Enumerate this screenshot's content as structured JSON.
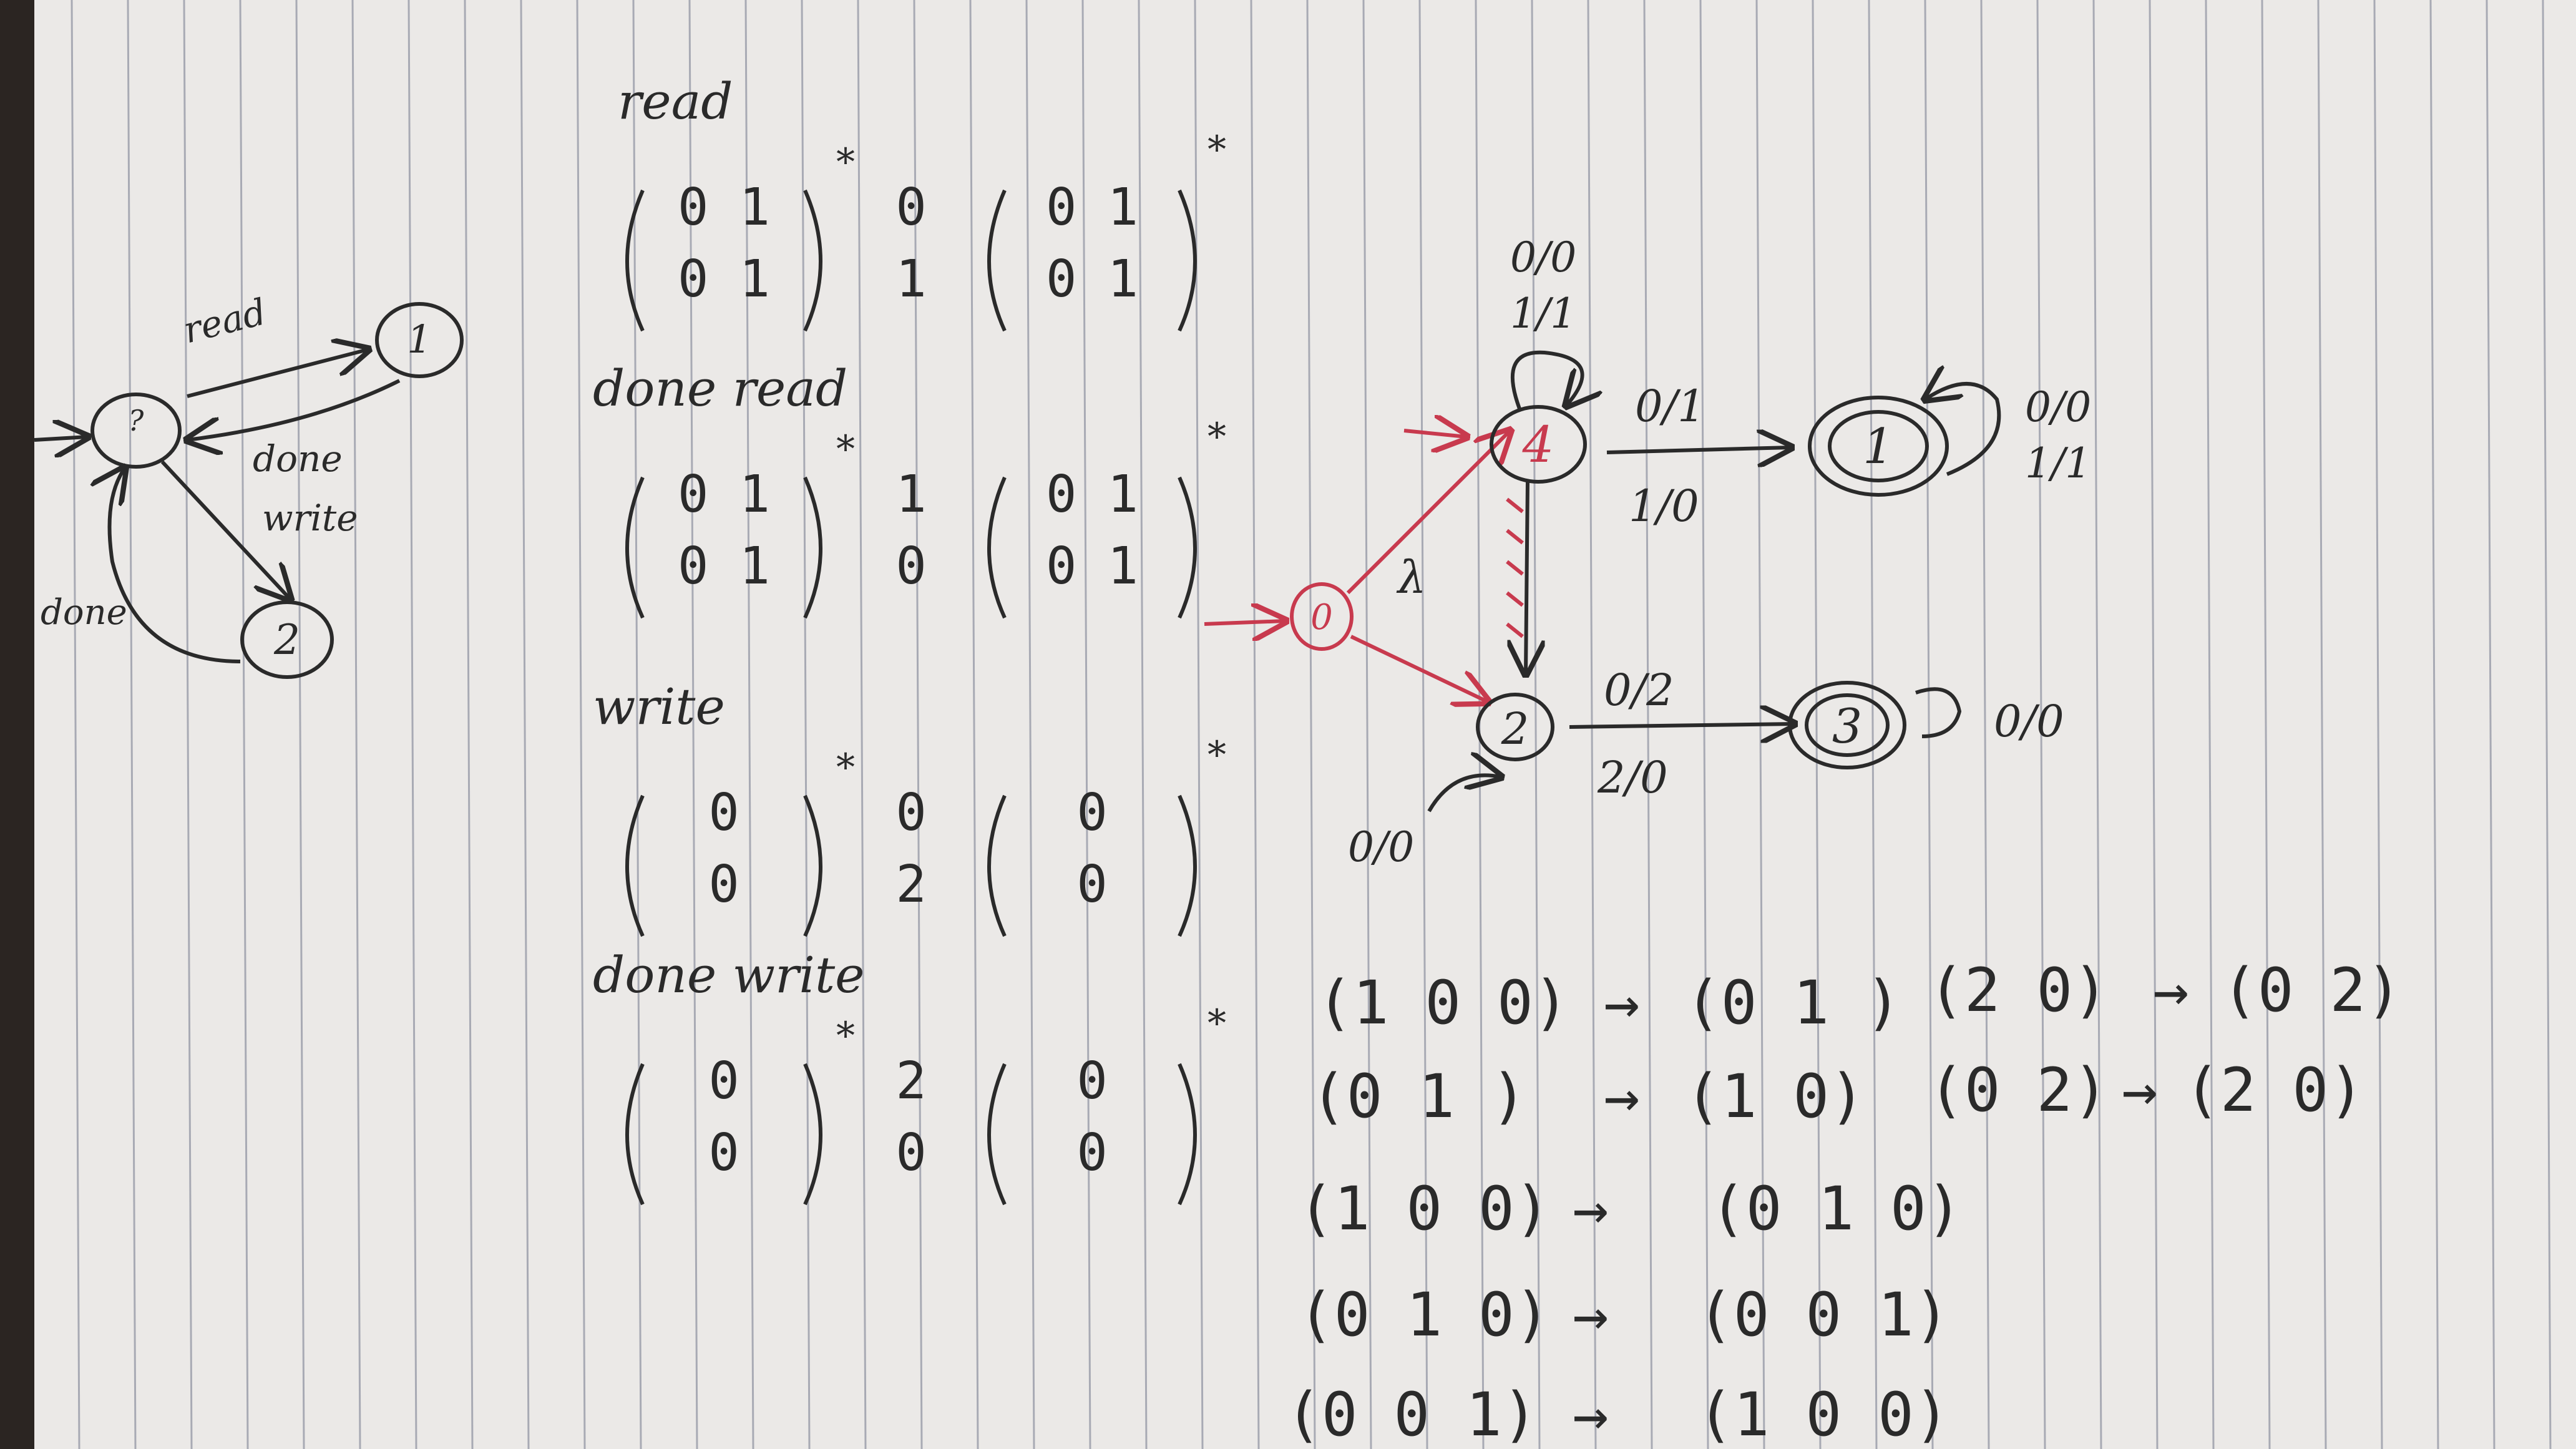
{
  "sketch_machine": {
    "start_state": "?",
    "state_a": "1",
    "state_b": "2",
    "edge_read": "read",
    "edge_done_write": "done\nwrite",
    "edge_done": "done"
  },
  "matrix_blocks": [
    {
      "label": "read",
      "left": [
        "0 1",
        "0 1"
      ],
      "mid": [
        "0",
        "1"
      ],
      "right": [
        "0 1",
        "0 1"
      ],
      "star": "*"
    },
    {
      "label": "done read",
      "left": [
        "0 1",
        "0 1"
      ],
      "mid": [
        "1",
        "0"
      ],
      "right": [
        "0 1",
        "0 1"
      ],
      "star": "*"
    },
    {
      "label": "write",
      "left": [
        "0",
        "0"
      ],
      "mid": [
        "0",
        "2"
      ],
      "right": [
        "0",
        "0"
      ],
      "star": "*"
    },
    {
      "label": "done write",
      "left": [
        "0",
        "0"
      ],
      "mid": [
        "2",
        "0"
      ],
      "right": [
        "0",
        "0"
      ],
      "star": "*"
    }
  ],
  "transducer": {
    "initial_state": "0",
    "lambda": "λ",
    "state_4": "4",
    "state_2": "2",
    "state_1": "1",
    "state_3": "3",
    "loop_4": [
      "0/0",
      "1/1"
    ],
    "edge_4_1_top": "0/1",
    "edge_4_1_bottom": "1/0",
    "loop_1": [
      "0/0",
      "1/1"
    ],
    "edge_2_3_top": "0/2",
    "edge_2_3_bottom": "2/0",
    "loop_3": "0/0",
    "loop_2": "0/0"
  },
  "rewrite_rules": [
    {
      "lhs": "(1 0 0)",
      "rhs": "(0 1 )"
    },
    {
      "lhs": "(2 0)",
      "rhs": "(0 2)"
    },
    {
      "lhs": "(0 1 )",
      "rhs": "(1 0)"
    },
    {
      "lhs": "(0 2)",
      "rhs": "(2 0)"
    },
    {
      "lhs": "(1 0 0)",
      "rhs": "(0 1 0)"
    },
    {
      "lhs": "(0 1 0)",
      "rhs": "(0 0 1)"
    },
    {
      "lhs": "(0 0 1)",
      "rhs": "(1 0 0)"
    }
  ],
  "arrow": "→",
  "colors": {
    "ink": "#2a2a2a",
    "red_ink": "#c83a4e",
    "paper": "#ebe9e7",
    "rule_line": "#a8aab4",
    "binding": "#2b2522"
  }
}
